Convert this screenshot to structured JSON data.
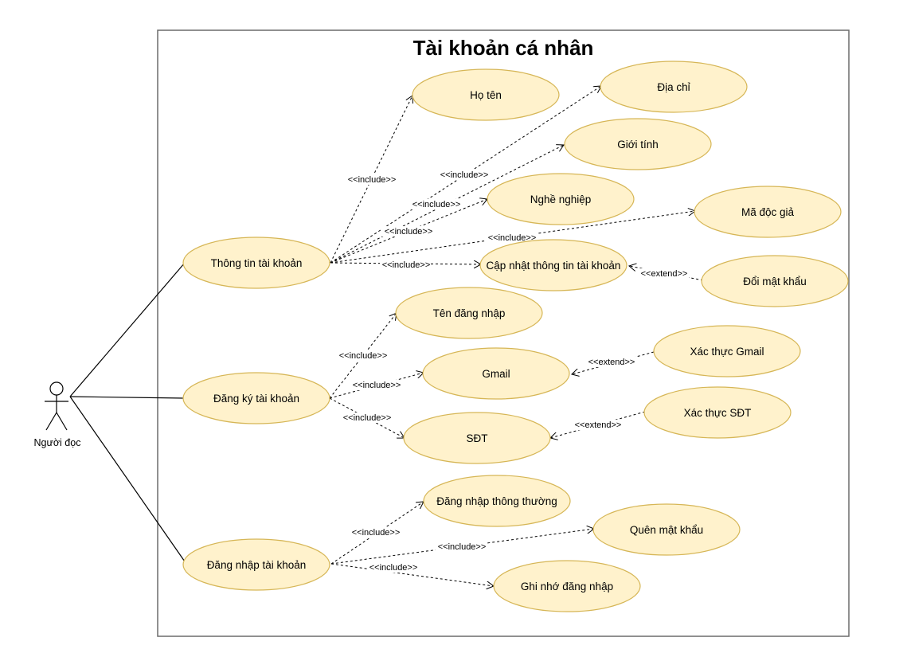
{
  "diagram": {
    "title": "Tài khoản cá nhân",
    "actor": {
      "label": "Người đọc"
    },
    "use_cases": {
      "thong_tin": "Thông tin tài khoản",
      "dang_ky": "Đăng ký tài khoản",
      "dang_nhap": "Đăng nhập tài khoản",
      "ho_ten": "Họ tên",
      "dia_chi": "Địa chỉ",
      "gioi_tinh": "Giới tính",
      "nghe_nghiep": "Nghề nghiệp",
      "ma_doc_gia": "Mã độc giả",
      "cap_nhat": "Cập nhật thông tin tài khoản",
      "doi_mat_khau": "Đổi mật khẩu",
      "ten_dang_nhap": "Tên đăng nhập",
      "gmail": "Gmail",
      "xac_thuc_gmail": "Xác thực Gmail",
      "sdt": "SĐT",
      "xac_thuc_sdt": "Xác thực SĐT",
      "dang_nhap_thuong": "Đăng nhập thông thường",
      "quen_mat_khau": "Quên mật khẩu",
      "ghi_nho": "Ghi nhớ đăng nhập"
    },
    "relations": {
      "include": "<<include>>",
      "extend": "<<extend>>"
    }
  }
}
